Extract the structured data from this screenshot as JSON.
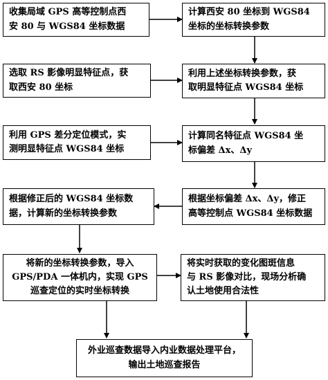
{
  "boxes": {
    "b1": "收集局域 GPS 高等控制点西\n安 80 与 WGS84 坐标数据",
    "b2": "计算西安 80 坐标到 WGS84\n坐标的坐标转换参数",
    "b3": "选取 RS 影像明显特征点，获\n取西安 80 坐标",
    "b4": "利用上述坐标转换参数，获\n取明显特征点 WGS84 坐标",
    "b5": "利用 GPS 差分定位模式，实\n测明显特征点 WGS84 坐标",
    "b6": "计算同名特征点 WGS84 坐\n标偏差 Δx、Δy",
    "b7": "根据修正后的 WGS84 坐标数\n据，计算新的坐标转换参数",
    "b8": "根据坐标偏差 Δx、Δy，修正\n高等控制点 WGS84 坐标数据",
    "b9": "将新的坐标转换参数，导入\nGPS/PDA 一体机内，实现 GPS\n巡查定位的实时坐标转换",
    "b10": "将实时获取的变化图斑信息\n与 RS 影像对比，现场分析确\n认土地使用合法性",
    "b11": "外业巡查数据导入内业数据处理平台，\n输出土地巡查报告"
  }
}
